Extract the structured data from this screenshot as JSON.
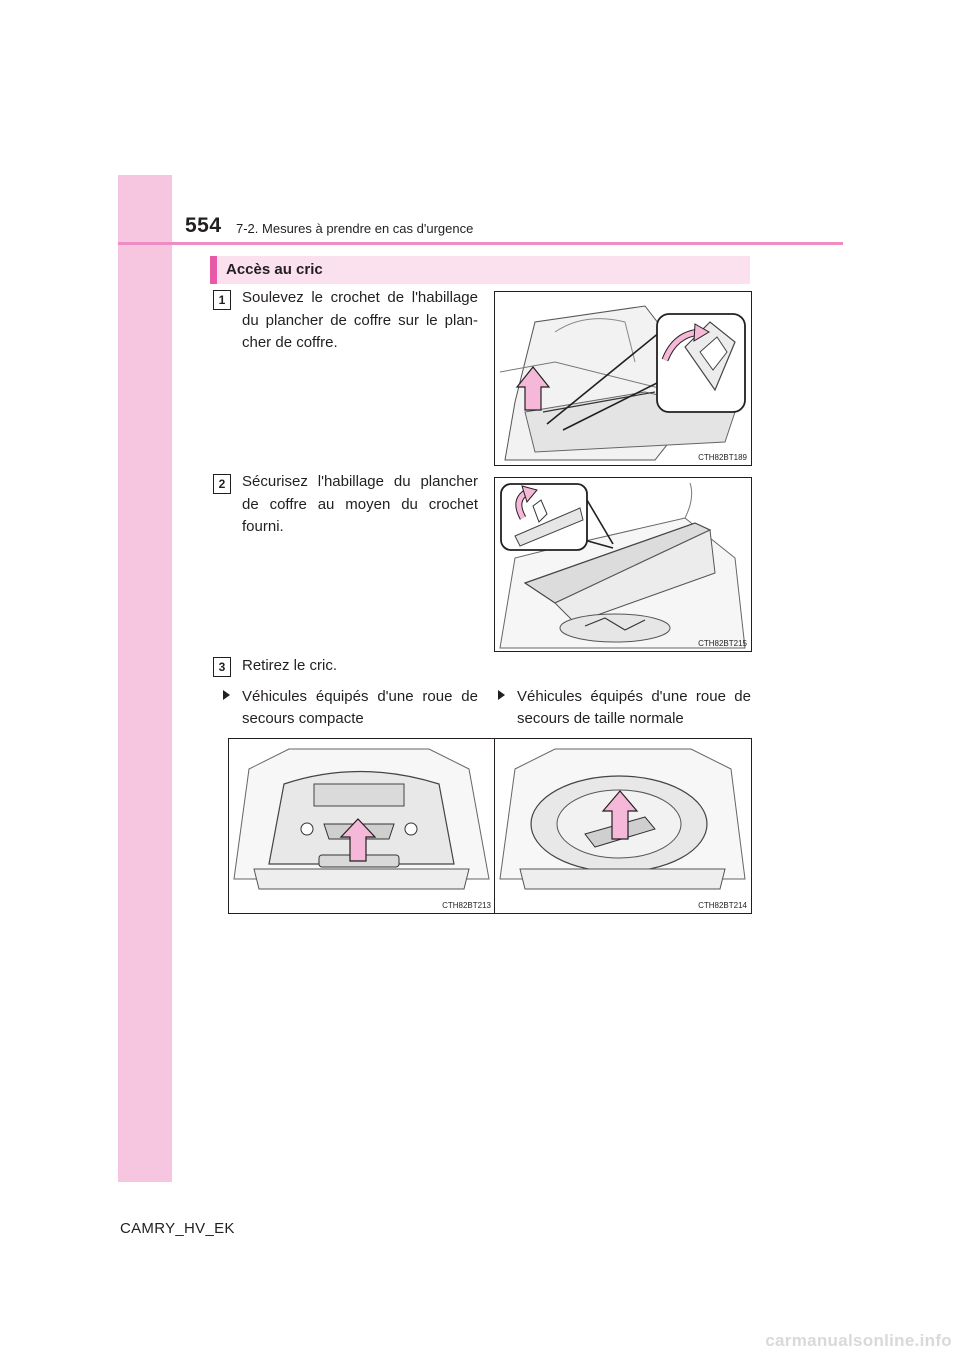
{
  "header": {
    "page_number": "554",
    "section": "7-2. Mesures à prendre en cas d'urgence"
  },
  "subheading": "Accès au cric",
  "steps": [
    {
      "number": "1",
      "text": "Soulevez le crochet de l'habillage du plancher de coffre sur le plancher de coffre.",
      "line1": "Soulevez le crochet de l'habillage",
      "line2": "du plancher de coffre sur le plan-",
      "line3": "cher de coffre.",
      "figure_code": "CTH82BT189"
    },
    {
      "number": "2",
      "line1": "Sécurisez l'habillage du plancher",
      "line2": "de coffre au moyen du crochet",
      "line3": "fourni.",
      "figure_code": "CTH82BT215"
    },
    {
      "number": "3",
      "line1": "Retirez le cric."
    }
  ],
  "variants": [
    {
      "line1": "Véhicules équipés d'une roue de",
      "line2": "secours compacte",
      "figure_code": "CTH82BT213"
    },
    {
      "line1": "Véhicules équipés d'une roue de",
      "line2": "secours de taille normale",
      "figure_code": "CTH82BT214"
    }
  ],
  "footer": {
    "model": "CAMRY_HV_EK"
  },
  "watermark": "carmanualsonline.info",
  "colors": {
    "side_band": "#f6c6e0",
    "header_rule": "#f08cc4",
    "subhead_bg": "#fbe0ee",
    "subhead_bar": "#e85aa8",
    "arrow_fill": "#f5b8d8"
  }
}
